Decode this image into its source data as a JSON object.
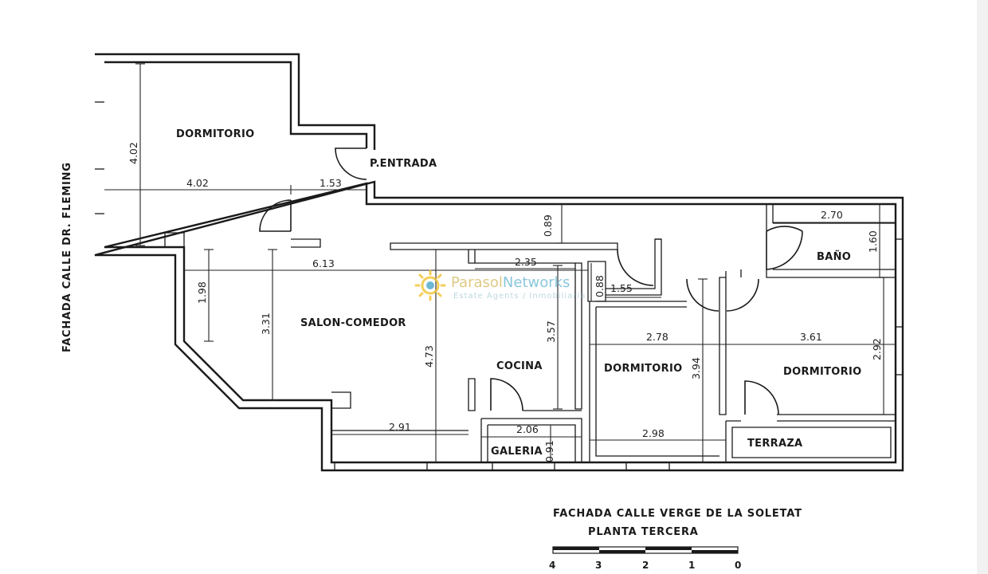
{
  "rooms": {
    "dormitorio_1": "DORMITORIO",
    "entrada": "P.ENTRADA",
    "salon": "SALON-COMEDOR",
    "cocina": "COCINA",
    "galeria": "GALERIA",
    "bano": "BAÑO",
    "dormitorio_2": "DORMITORIO",
    "dormitorio_3": "DORMITORIO",
    "terraza": "TERRAZA"
  },
  "dimensions": {
    "d_4_02_v": "4.02",
    "d_4_02_h": "4.02",
    "d_1_53": "1.53",
    "d_0_89": "0.89",
    "d_2_70": "2.70",
    "d_1_60": "1.60",
    "d_6_13": "6.13",
    "d_2_35": "2.35",
    "d_0_88": "0.88",
    "d_1_55": "1.55",
    "d_1_98": "1.98",
    "d_3_31": "3.31",
    "d_4_73": "4.73",
    "d_3_57": "3.57",
    "d_2_78": "2.78",
    "d_3_94": "3.94",
    "d_3_61": "3.61",
    "d_2_92": "2.92",
    "d_2_91": "2.91",
    "d_2_06": "2.06",
    "d_0_91": "0.91",
    "d_2_98": "2.98"
  },
  "facade_left": "FACHADA CALLE DR. FLEMING",
  "facade_bottom": "FACHADA CALLE VERGE DE LA SOLETAT",
  "floor": "PLANTA TERCERA",
  "scale_labels": [
    "4",
    "3",
    "2",
    "1",
    "0"
  ],
  "watermark": {
    "brand_a": "Parasol",
    "brand_b": "Networks",
    "tagline": "Estate Agents / Inmobiliaria",
    "color_a": "#f2c230",
    "color_b": "#4aa6c9"
  }
}
